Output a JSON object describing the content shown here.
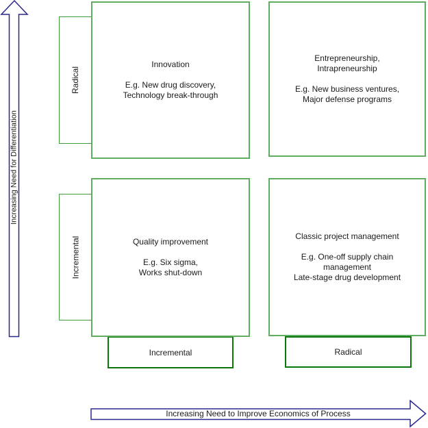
{
  "colors": {
    "arrow": "#28288c",
    "quadrant_border": "#5fae5f",
    "ytick_border": "#3c9c3c",
    "xtick_border": "#0a760a",
    "text": "#1a1a1a",
    "background": "#ffffff"
  },
  "y_axis": {
    "label": "Increasing Need for Differentiation",
    "tick_top": "Radical",
    "tick_bottom": "Incremental"
  },
  "x_axis": {
    "label": "Increasing Need to Improve Economics of Process",
    "tick_left": "Incremental",
    "tick_right": "Radical"
  },
  "quadrants": [
    {
      "id": "innovation",
      "title_lines": [
        "Innovation"
      ],
      "example_lines": [
        "E.g. New drug discovery,",
        "Technology break-through"
      ]
    },
    {
      "id": "entrepreneurship",
      "title_lines": [
        "Entrepreneurship,",
        "Intrapreneurship"
      ],
      "example_lines": [
        "E.g. New business ventures,",
        "Major defense programs"
      ]
    },
    {
      "id": "quality-improvement",
      "title_lines": [
        "Quality improvement"
      ],
      "example_lines": [
        "E.g. Six sigma,",
        "Works shut-down"
      ]
    },
    {
      "id": "classic-project-management",
      "title_lines": [
        "Classic project management"
      ],
      "example_lines": [
        "E.g. One-off supply chain",
        "management",
        "Late-stage drug development"
      ]
    }
  ]
}
